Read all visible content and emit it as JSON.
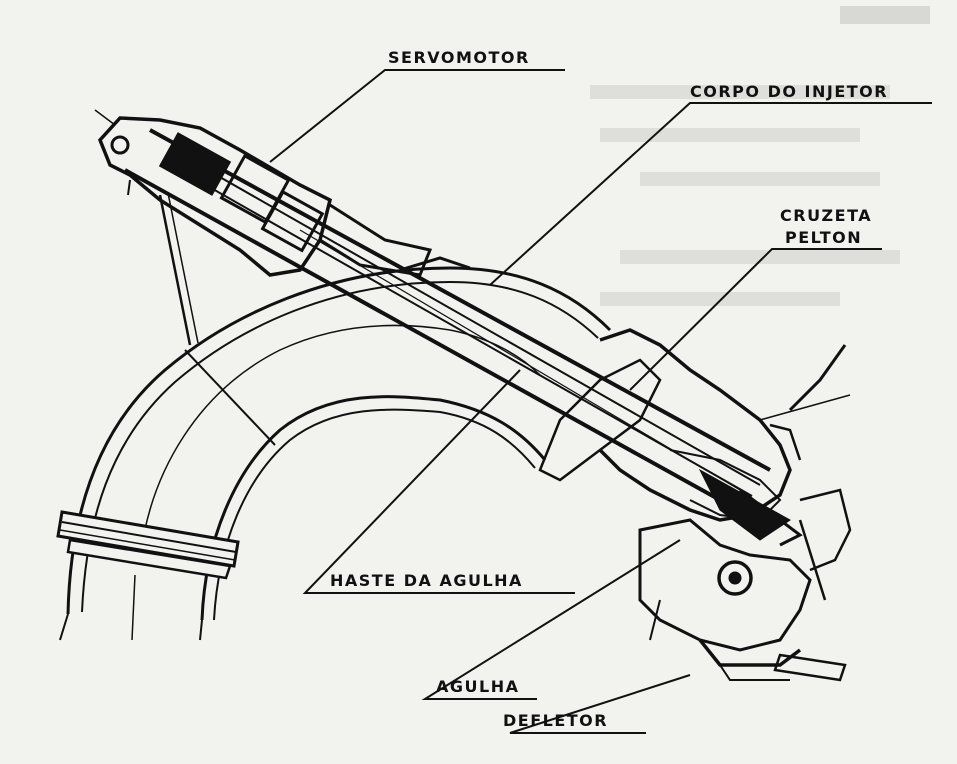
{
  "figure": {
    "labels": {
      "servomotor": "SERVOMOTOR",
      "corpo_injetor": "CORPO DO INJETOR",
      "cruzeta_line1": "CRUZETA",
      "cruzeta_line2": "PELTON",
      "haste": "HASTE DA AGULHA",
      "agulha": "AGULHA",
      "defletor": "DEFLETOR"
    }
  },
  "colors": {
    "ink": "#111111",
    "paper": "#f2f2ef",
    "bleed": "#d9d9d5"
  }
}
